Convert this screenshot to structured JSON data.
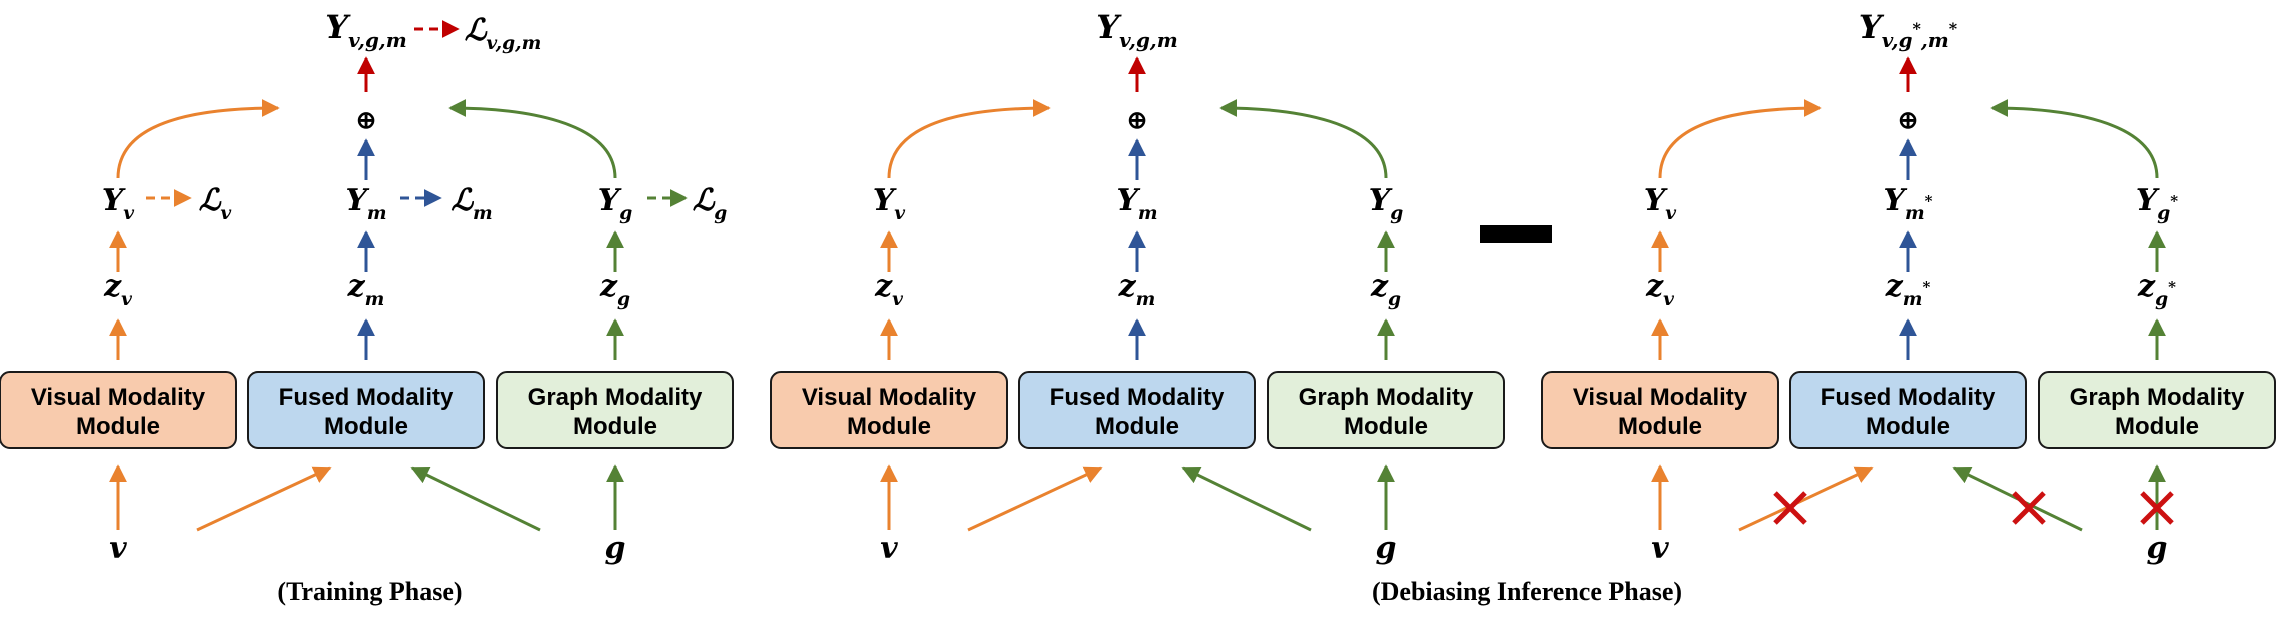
{
  "colors": {
    "visual": "#e9822e",
    "fused": "#2f5597",
    "graph": "#548235",
    "loss_total": "#c00000",
    "cross": "#cc1111",
    "visual_fill": "#f8cbad",
    "fused_fill": "#bdd7ee",
    "graph_fill": "#e2efda"
  },
  "modules": {
    "visual": [
      "Visual Modality",
      "Module"
    ],
    "fused": [
      "Fused Modality",
      "Module"
    ],
    "graph": [
      "Graph Modality",
      "Module"
    ]
  },
  "operator": "⊕",
  "minus": "−",
  "captions": {
    "training": "(Training Phase)",
    "inference": "(Debiasing Inference Phase)"
  },
  "panels": [
    {
      "inputs": {
        "v": "v",
        "g": "g"
      },
      "z": {
        "v": [
          "z",
          "v"
        ],
        "m": [
          "z",
          "m"
        ],
        "g": [
          "z",
          "g"
        ]
      },
      "Y": {
        "v": [
          "Y",
          "v"
        ],
        "m": [
          "Y",
          "m"
        ],
        "g": [
          "Y",
          "g"
        ]
      },
      "top": [
        "Y",
        "v,g,m"
      ],
      "losses": {
        "v": [
          "ℒ",
          "v"
        ],
        "m": [
          "ℒ",
          "m"
        ],
        "g": [
          "ℒ",
          "g"
        ],
        "top": [
          "ℒ",
          "v,g,m"
        ]
      }
    },
    {
      "inputs": {
        "v": "v",
        "g": "g"
      },
      "z": {
        "v": [
          "z",
          "v"
        ],
        "m": [
          "z",
          "m"
        ],
        "g": [
          "z",
          "g"
        ]
      },
      "Y": {
        "v": [
          "Y",
          "v"
        ],
        "m": [
          "Y",
          "m"
        ],
        "g": [
          "Y",
          "g"
        ]
      },
      "top": [
        "Y",
        "v,g,m"
      ]
    },
    {
      "inputs": {
        "v": "v",
        "g": "g"
      },
      "z": {
        "v": [
          "z",
          "v"
        ],
        "m": [
          "z",
          "m*"
        ],
        "g": [
          "z",
          "g*"
        ]
      },
      "Y": {
        "v": [
          "Y",
          "v"
        ],
        "m": [
          "Y",
          "m*"
        ],
        "g": [
          "Y",
          "g*"
        ]
      },
      "top": [
        "Y",
        "v,g*,m*"
      ],
      "blocked": true
    }
  ]
}
